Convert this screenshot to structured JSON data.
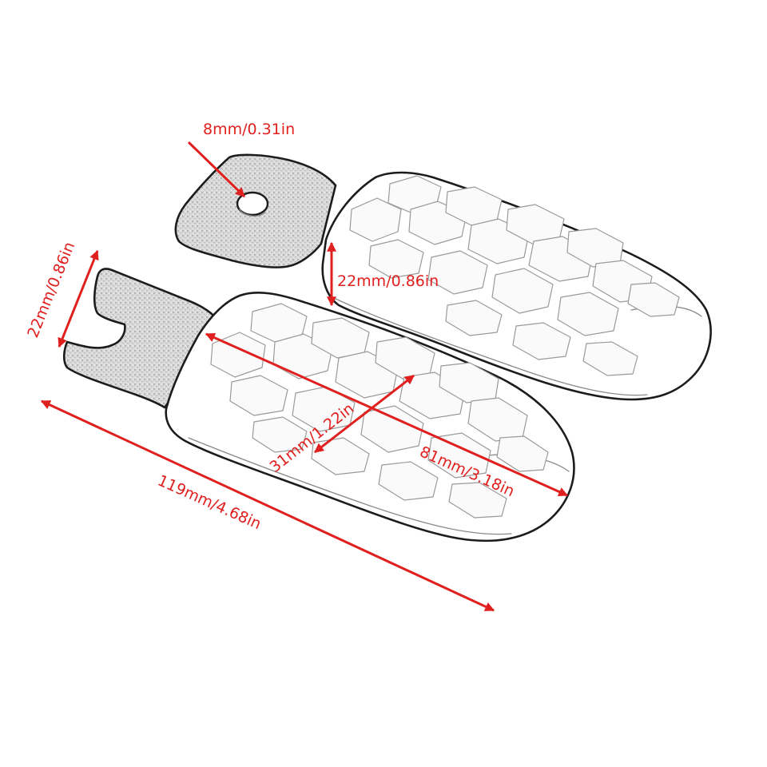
{
  "colors": {
    "annotation": "#e0201e",
    "outline": "#1c1c1c"
  },
  "dimensions": {
    "hole": "8mm/0.31in",
    "top_height": "22mm/0.86in",
    "bracket_width": "22mm/0.86in",
    "pad_width": "31mm/1.22in",
    "pad_length": "81mm/3.18in",
    "total_length": "119mm/4.68in"
  }
}
